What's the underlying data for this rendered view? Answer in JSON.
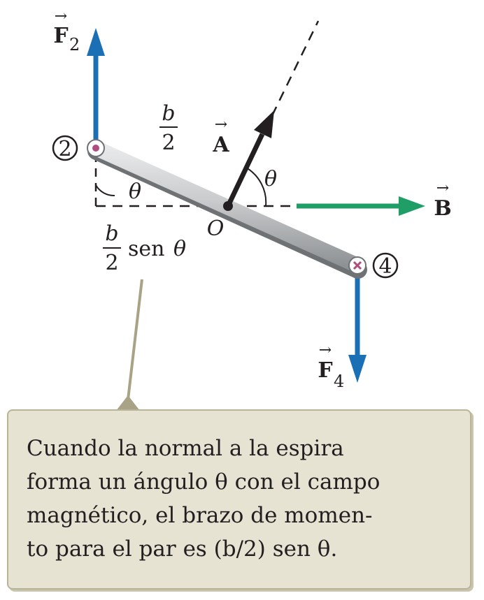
{
  "labels": {
    "f2_letter": "F",
    "f2_sub": "2",
    "f4_letter": "F",
    "f4_sub": "4",
    "a_letter": "A",
    "b_letter": "B",
    "arrow_glyph": "→",
    "half_num": "b",
    "half_den": "2",
    "arm_num": "b",
    "arm_den": "2",
    "arm_suffix_sen": "sen",
    "arm_suffix_theta": "θ",
    "theta_left": "θ",
    "theta_right": "θ",
    "origin": "O",
    "circle_2": "2",
    "circle_4": "4"
  },
  "caption": {
    "lines": [
      "Cuando la normal a la espira",
      "forma un ángulo θ con el campo",
      "magnético, el brazo de momen-",
      "to para el par es (b/2) sen θ."
    ]
  },
  "colors": {
    "force_arrow": "#1a6fb5",
    "field_arrow": "#1f9e68",
    "normal_arrow": "#231f20",
    "rod": "#c9cbcd",
    "caption_bg": "#e6e3d3",
    "pointer": "#a8a386",
    "current_marker": "#b04d7f"
  }
}
